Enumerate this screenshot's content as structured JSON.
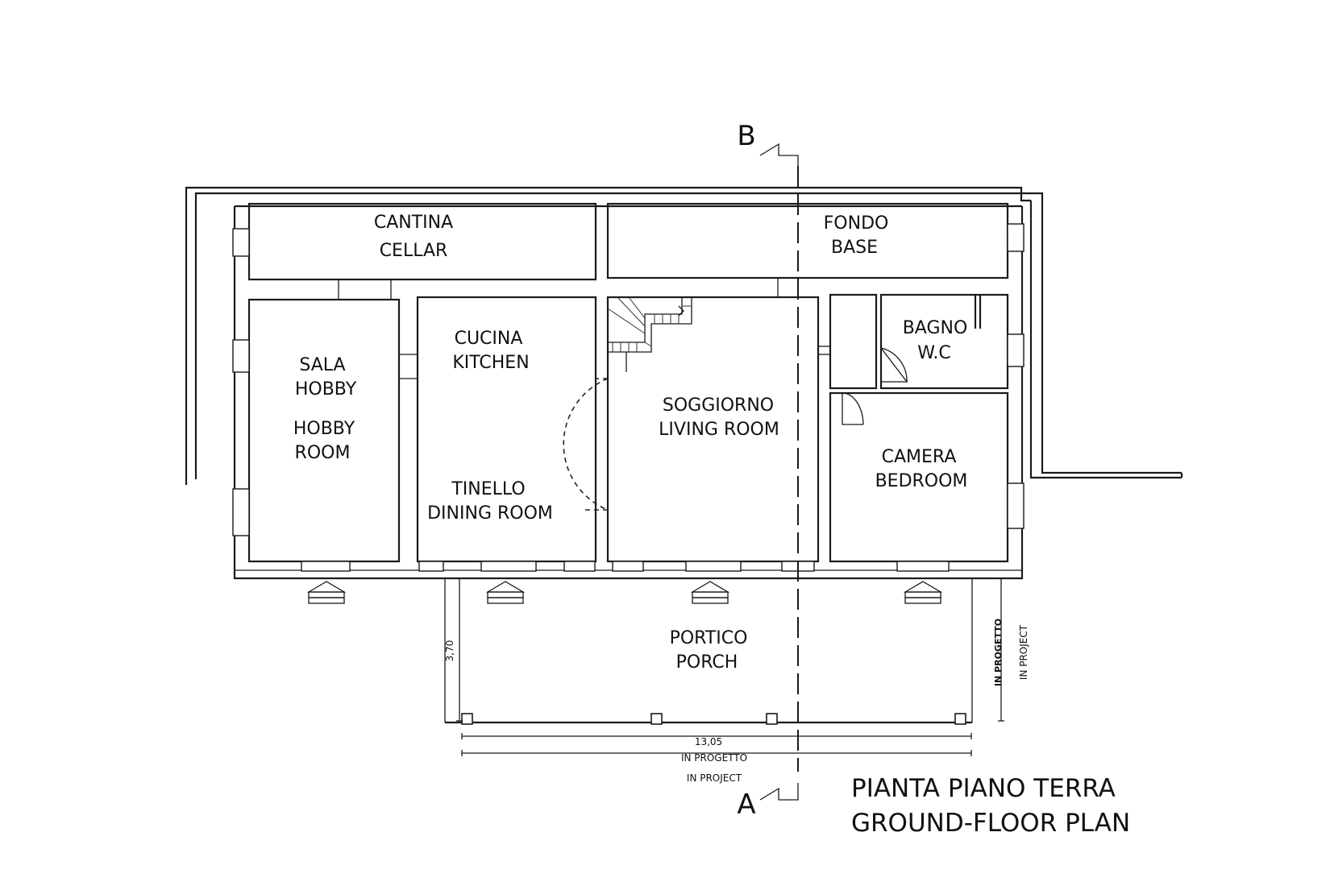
{
  "rooms": {
    "cantina": [
      "CANTINA",
      "CELLAR"
    ],
    "fondo": [
      "FONDO",
      "BASE"
    ],
    "sala_hobby": [
      "SALA",
      "HOBBY",
      "HOBBY",
      "ROOM"
    ],
    "cucina": [
      "CUCINA",
      "KITCHEN"
    ],
    "tinello": [
      "TINELLO",
      "DINING ROOM"
    ],
    "soggiorno": [
      "SOGGIORNO",
      "LIVING ROOM"
    ],
    "bagno": [
      "BAGNO",
      "W.C"
    ],
    "camera": [
      "CAMERA",
      "BEDROOM"
    ],
    "portico": [
      "PORTICO",
      "PORCH"
    ]
  },
  "section_markers": {
    "top": "B",
    "bottom": "A"
  },
  "dimensions": {
    "porch_depth": "3,70",
    "porch_width": "13,05",
    "in_progetto": "IN PROGETTO",
    "in_project": "IN PROJECT"
  },
  "title": {
    "line1": "PIANTA PIANO TERRA",
    "line2": "GROUND-FLOOR PLAN"
  }
}
